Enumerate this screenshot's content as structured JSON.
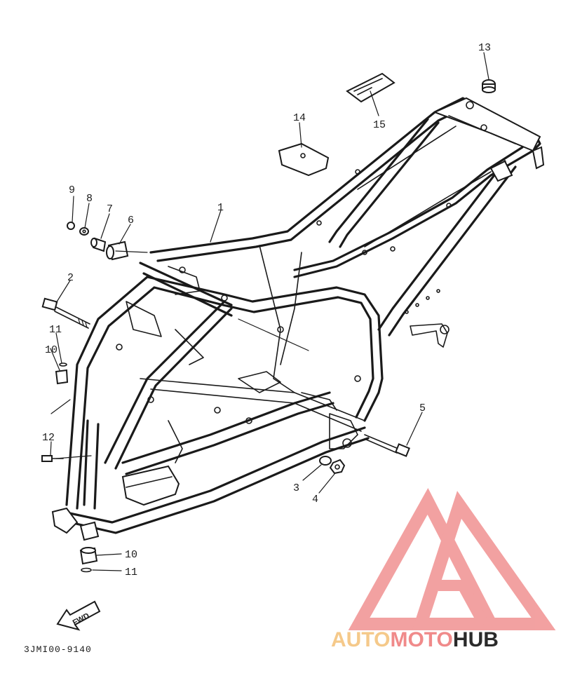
{
  "diagram": {
    "part_callouts": [
      {
        "id": "1",
        "label": "1"
      },
      {
        "id": "2",
        "label": "2"
      },
      {
        "id": "3",
        "label": "3"
      },
      {
        "id": "4",
        "label": "4"
      },
      {
        "id": "5",
        "label": "5"
      },
      {
        "id": "6",
        "label": "6"
      },
      {
        "id": "7",
        "label": "7"
      },
      {
        "id": "8",
        "label": "8"
      },
      {
        "id": "9",
        "label": "9"
      },
      {
        "id": "10a",
        "label": "10"
      },
      {
        "id": "10b",
        "label": "10"
      },
      {
        "id": "11a",
        "label": "11"
      },
      {
        "id": "11b",
        "label": "11"
      },
      {
        "id": "12",
        "label": "12"
      },
      {
        "id": "13",
        "label": "13"
      },
      {
        "id": "14",
        "label": "14"
      },
      {
        "id": "15",
        "label": "15"
      }
    ],
    "fwd_label": "FWD",
    "diagram_code": "3JMI00-9140"
  },
  "watermark": {
    "text_part1": "AUTO",
    "text_part2": "MOTO",
    "text_part3": "HUB",
    "color_light": "#f5c98a",
    "color_accent": "#f08a8a",
    "color_dark": "#2a2a2a",
    "logo_color": "#f08a8a"
  }
}
